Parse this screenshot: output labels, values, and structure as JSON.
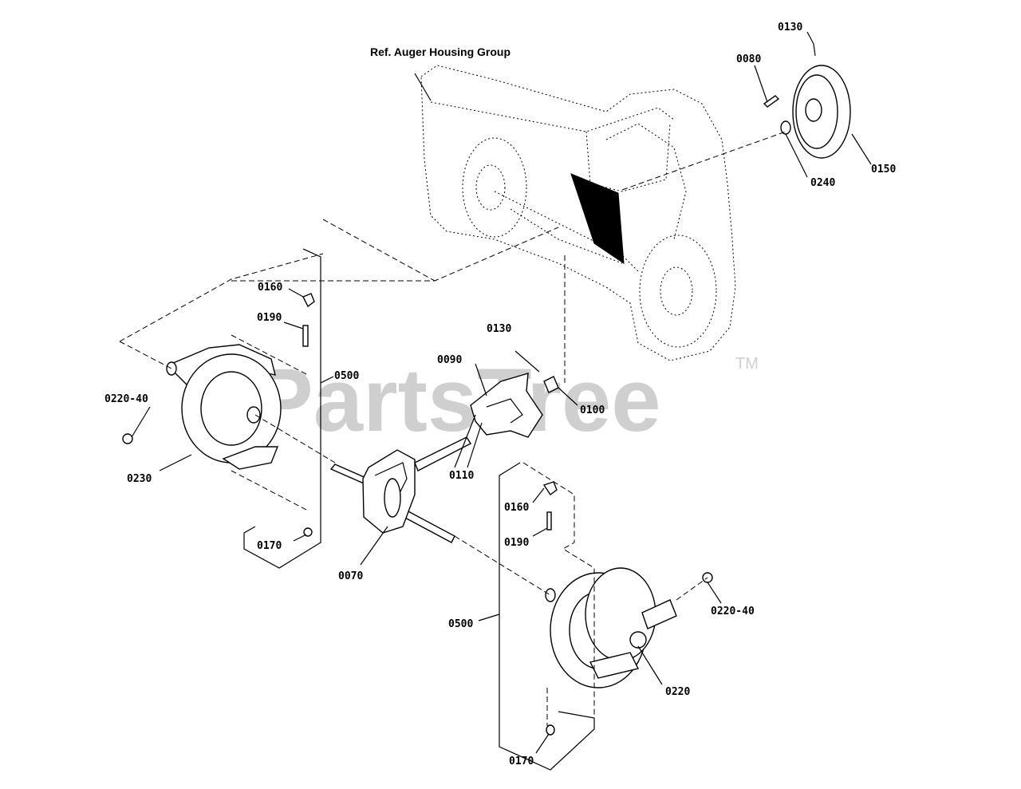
{
  "diagram": {
    "title": "Ref. Auger Housing Group",
    "watermark": "PartsTree",
    "trademark": "TM",
    "part_labels": {
      "p0130_top": "0130",
      "p0080": "0080",
      "p0150": "0150",
      "p0240": "0240",
      "p0160_left": "0160",
      "p0190_left": "0190",
      "p0500_left": "0500",
      "p0220_40_left": "0220-40",
      "p0230": "0230",
      "p0170_left": "0170",
      "p0130_mid": "0130",
      "p0090": "0090",
      "p0100": "0100",
      "p0110": "0110",
      "p0070": "0070",
      "p0160_right": "0160",
      "p0190_right": "0190",
      "p0500_right": "0500",
      "p0220_40_right": "0220-40",
      "p0220": "0220",
      "p0170_right": "0170"
    }
  }
}
